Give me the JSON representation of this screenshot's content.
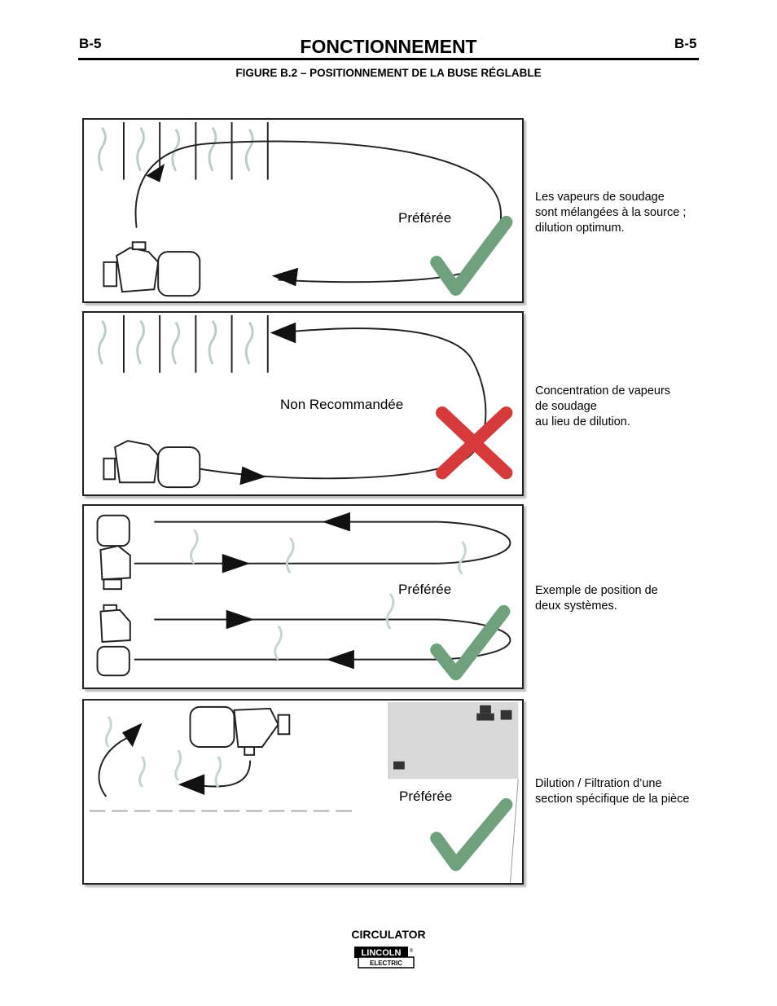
{
  "header": {
    "page_code_left": "B-5",
    "page_code_right": "B-5",
    "title": "FONCTIONNEMENT",
    "figure_caption": "FIGURE B.2 – POSITIONNEMENT DE LA BUSE RÉGLABLE"
  },
  "panels": [
    {
      "label": "Préférée",
      "mark": "check-icon",
      "note": "Les vapeurs de soudage\nsont mélangées à la source ;\ndilution optimum."
    },
    {
      "label": "Non Recommandée",
      "mark": "cross-icon",
      "note": "Concentration de vapeurs\nde soudage\nau lieu de dilution."
    },
    {
      "label": "Préférée",
      "mark": "check-icon",
      "note": "Exemple de position de\ndeux systèmes."
    },
    {
      "label": "Préférée",
      "mark": "check-icon",
      "note": "Dilution / Filtration d’une\nsection spécifique de la pièce"
    }
  ],
  "footer": {
    "product": "CIRCULATOR",
    "logo_top": "LINCOLN",
    "logo_bottom": "ELECTRIC",
    "logo_mark": "®"
  },
  "colors": {
    "check": "#6fa27c",
    "cross": "#d63a3a",
    "shaded_area": "#d9d9d9"
  }
}
